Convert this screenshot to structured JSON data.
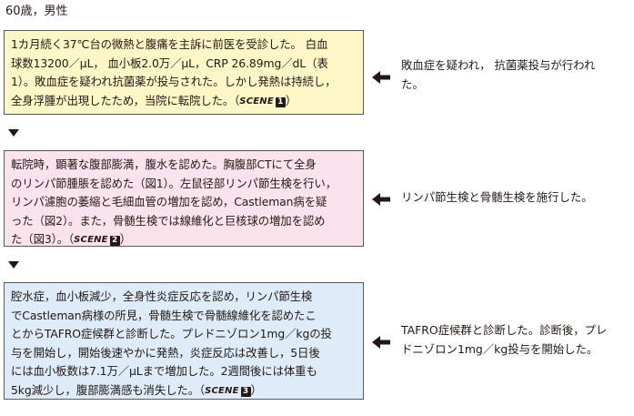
{
  "patient": {
    "label": "60歳，男性"
  },
  "box1": {
    "lines": [
      "1カ月続く37℃台の微熱と腹痛を主訴に前医を受診した。 白血",
      "球数13200／μL，  血小板2.0万／μL，CRP 26.89mg／dL（表",
      "1）。敗血症を疑われ抗菌薬が投与された。しかし発熱は持続し，",
      "全身浮腫が出現したため，当院に転院した。（"
    ],
    "scene_label": "SCENE",
    "scene_number": "1",
    "close": "）",
    "background": "#fdf6c6"
  },
  "box2": {
    "lines": [
      "転院時，顕著な腹部膨満，腹水を認めた。胸腹部CTにて全身",
      "のリンパ節腫脹を認めた（図1）。左鼠径部リンパ節生検を行い，",
      "リンパ濾胞の萎縮と毛細血管の増加を認め，Castleman病を疑",
      "った（図2）。また，骨髄生検では線維化と巨核球の増加を認め",
      "た（図3）。（"
    ],
    "scene_label": "SCENE",
    "scene_number": "2",
    "close": "）",
    "background": "#fbe3ed"
  },
  "box3": {
    "lines": [
      "腔水症，血小板減少，全身性炎症反応を認め，リンパ節生検",
      "でCastleman病様の所見，骨髄生検で骨髄線維化を認めたこ",
      "とからTAFRO症候群と診断した。プレドニゾロン1mg／kgの投",
      "与を開始し，開始後速やかに発熱，炎症反応は改善し，5日後",
      "には血小板数は7.1万／μLまで増加した。2週間後には体重も",
      "5kg減少し，腹部膨満感も消失した。（"
    ],
    "scene_label": "SCENE",
    "scene_number": "3",
    "close": "）",
    "background": "#ddecf8"
  },
  "notes": {
    "note1": [
      "敗血症を疑われ，  抗菌薬投与が行われ",
      "た。"
    ],
    "note2": [
      "リンパ節生検と骨髄生検を施行した。"
    ],
    "note3": [
      "TAFRO症候群と診断した。診断後，プレ",
      "ドニゾロン1mg／kg投与を開始した。"
    ]
  },
  "icons": {
    "down_arrow": "down-triangle-icon",
    "left_arrow": "left-arrow-icon"
  }
}
